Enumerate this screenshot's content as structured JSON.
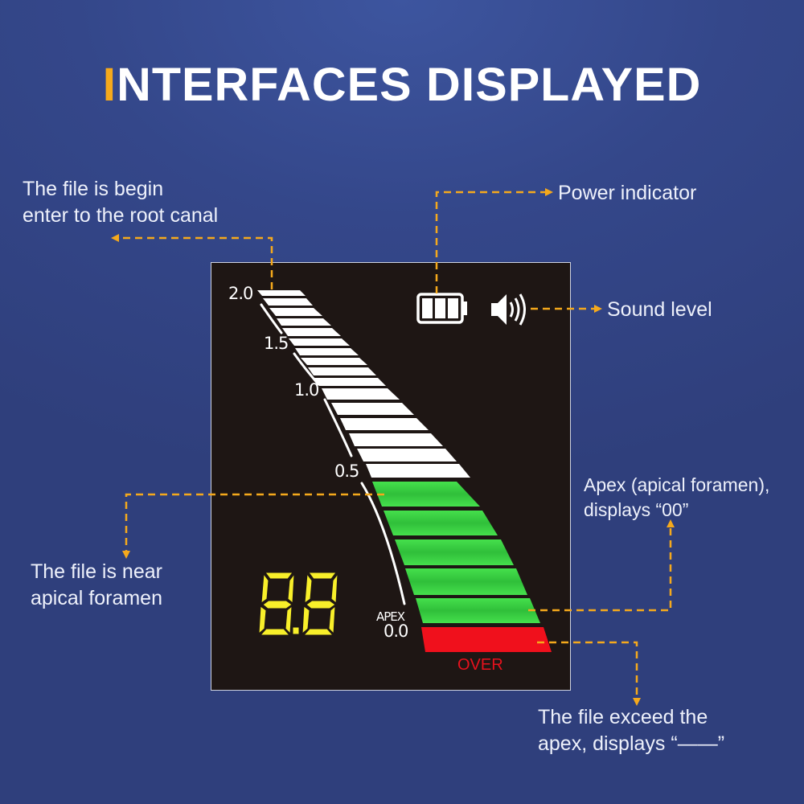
{
  "title": {
    "first_letter": "I",
    "rest": "NTERFACES DISPLAYED",
    "accent_color": "#f5a91c"
  },
  "callouts": {
    "begin": {
      "line1": "The file is begin",
      "line2": "enter to the root canal"
    },
    "power": {
      "text": "Power indicator"
    },
    "sound": {
      "text": "Sound level"
    },
    "near": {
      "line1": "The file is near",
      "line2": "apical foramen"
    },
    "apex": {
      "line1": "Apex (apical foramen),",
      "line2": "displays “00”"
    },
    "exceed": {
      "line1": "The file exceed the",
      "line2": "apex, displays “——”"
    }
  },
  "lcd": {
    "digits": "8.8",
    "digit_color": "#f8ef2a",
    "scale_labels": {
      "s20": "2.0",
      "s15": "1.5",
      "s10": "1.0",
      "s05": "0.5",
      "apex": "APEX",
      "s00": "0.0"
    },
    "over_label": "OVER",
    "battery_icon": "battery-full-icon",
    "sound_icon": "speaker-sound-icon",
    "bar_colors": {
      "white": "#ffffff",
      "green": "#3bd444",
      "red": "#f0101c"
    },
    "white_bar_count": 16,
    "green_bar_count": 5,
    "red_bar_count": 1
  },
  "colors": {
    "arrow": "#f5a91c",
    "panel_bg": "#1e1614"
  }
}
